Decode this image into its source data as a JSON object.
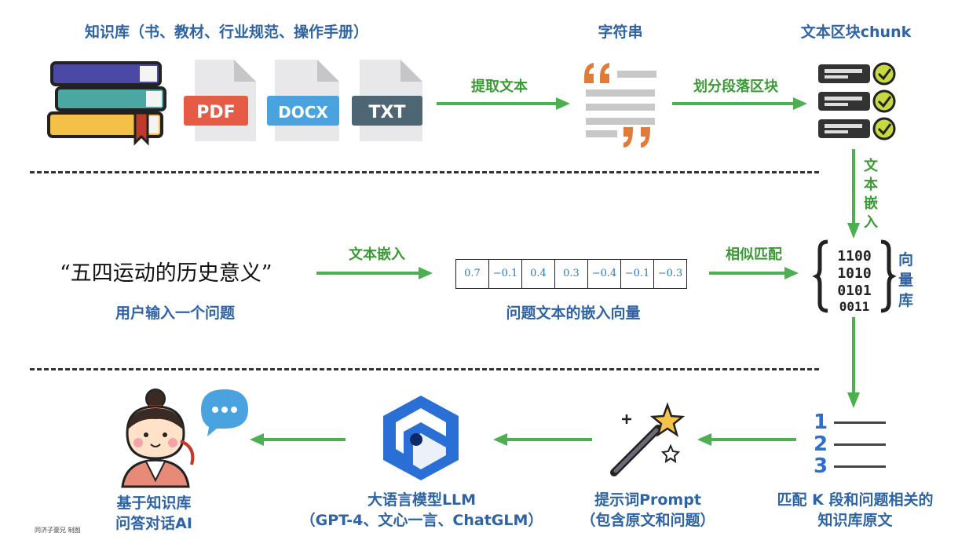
{
  "top": {
    "knowledge_title": "知识库（书、教材、行业规范、操作手册）",
    "string_title": "字符串",
    "chunk_title": "文本区块chunk",
    "pdf_label": "PDF",
    "docx_label": "DOCX",
    "txt_label": "TXT",
    "extract_label": "提取文本",
    "split_label": "划分段落区块",
    "embed_vertical": [
      "文",
      "本",
      "嵌",
      "入"
    ]
  },
  "middle": {
    "query_text": "“五四运动的历史意义”",
    "query_caption": "用户输入一个问题",
    "embed_label": "文本嵌入",
    "vector_values": [
      "0.7",
      "−0.1",
      "0.4",
      "0.3",
      "−0.4",
      "−0.1",
      "−0.3"
    ],
    "vector_caption": "问题文本的嵌入向量",
    "match_label": "相似匹配",
    "db_vertical": [
      "向",
      "量",
      "库"
    ]
  },
  "bottom": {
    "ai_caption": [
      "基于知识库",
      "问答对话AI"
    ],
    "llm_caption": [
      "大语言模型LLM",
      "（GPT-4、文心一言、ChatGLM）"
    ],
    "prompt_caption": [
      "提示词Prompt",
      "（包含原文和问题）"
    ],
    "match_caption": [
      "匹配 K 段和问题相关的",
      "知识库原文"
    ],
    "list_numbers": [
      "1",
      "2",
      "3"
    ]
  },
  "credit": "同济子豪兄 制图",
  "colors": {
    "title_blue": "#2e63a4",
    "arrow_green": "#4caf50"
  }
}
